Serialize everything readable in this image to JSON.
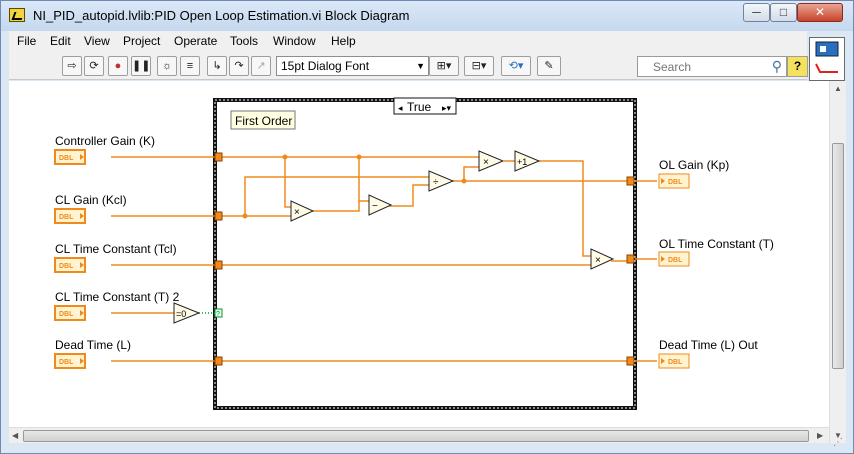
{
  "window": {
    "title": "NI_PID_autopid.lvlib:PID Open Loop Estimation.vi Block Diagram",
    "minimize": "─",
    "maximize": "□",
    "close": "✕"
  },
  "menu": [
    "File",
    "Edit",
    "View",
    "Project",
    "Operate",
    "Tools",
    "Window",
    "Help"
  ],
  "toolbar": {
    "font_selector": "15pt Dialog Font",
    "search_placeholder": "Search",
    "help_label": "?"
  },
  "diagram": {
    "case_selector": "True",
    "case_label": "First Order",
    "dbl_tag": "DBL",
    "inputs": [
      "Controller Gain (K)",
      "CL Gain (Kcl)",
      "CL Time Constant (Tcl)",
      "CL Time Constant (T) 2",
      "Dead Time (L)"
    ],
    "outputs": [
      "OL Gain (Kp)",
      "OL Time Constant (T)",
      "Dead Time (L) Out"
    ],
    "ops": {
      "multiply": "×",
      "subtract": "−",
      "divide": "÷",
      "increment": "+1",
      "equal_zero": "=0"
    }
  },
  "colors": {
    "wire": "#f08a1c",
    "wire_bool": "#009933",
    "terminal_fill": "#fff4cf",
    "node_fill": "#fffbe6",
    "case_border": "#111111"
  }
}
